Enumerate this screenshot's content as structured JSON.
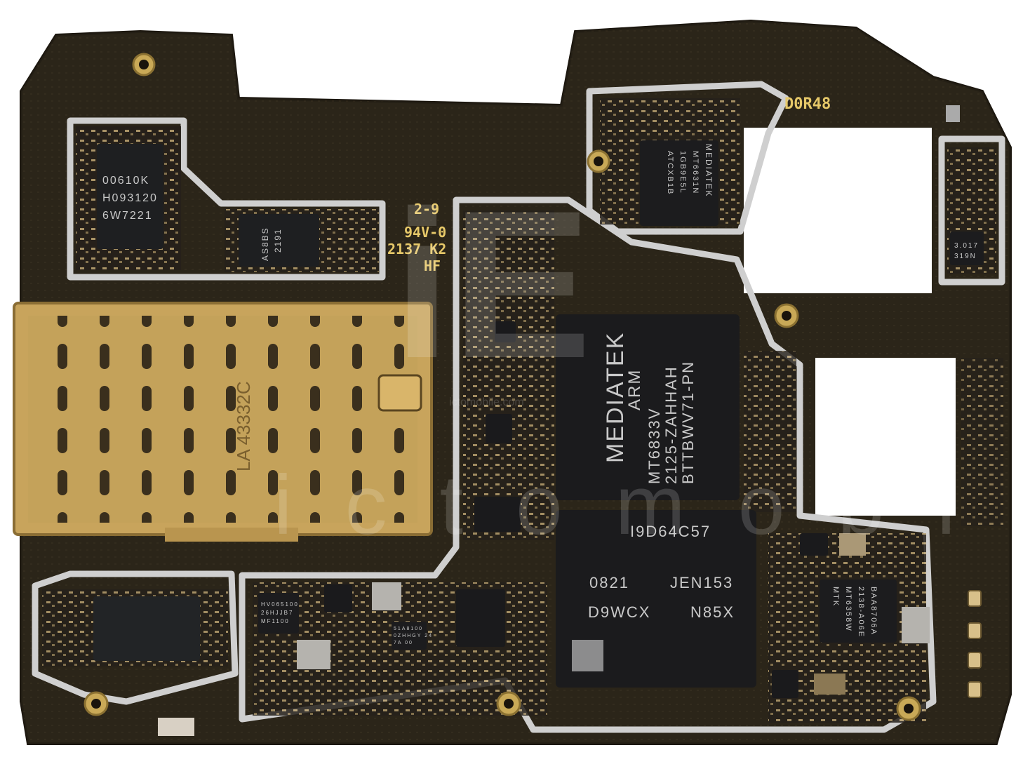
{
  "colors": {
    "pcb": "#2b2519",
    "pcb_dark": "#1f1a12",
    "shield": "#cfcfcf",
    "gold": "#c9a957",
    "chip": "#1b1b1d",
    "silk": "#e6c869"
  },
  "silkscreen": {
    "board_id": "D0R48",
    "mark_a": "2-9",
    "mark_b": "94V-0",
    "mark_c": "2137 K2",
    "mark_d": "HF",
    "tray_code": "LA 43332C"
  },
  "chips": {
    "soc": {
      "l1": "MEDIATEK",
      "l2": "ARM",
      "l3": "MT6833V",
      "l4": "2125-ZAHHAH",
      "l5": "BTTBWV71-PN"
    },
    "memory": {
      "l1": "I9D64C57",
      "l2": "0821",
      "l3": "JEN153",
      "l4": "D9WCX",
      "l5": "N85X"
    },
    "topleft": {
      "l1": "00610K",
      "l2": "H093120",
      "l3": "6W7221"
    },
    "small_top": {
      "l1": "2191",
      "l2": "AS8BS"
    },
    "mtk_top": {
      "l1": "MEDIATEK",
      "l2": "MT6631N",
      "l3": "1GB9E5L",
      "l4": "ATCXB1B"
    },
    "mtk_bottom": {
      "l1": "MTK",
      "l2": "MT6358W",
      "l3": "2138-A06E",
      "l4": "BAA8706A"
    },
    "right_small": {
      "l1": "3.017",
      "l2": "319N"
    },
    "bottom_small_a": {
      "l1": "HV065100",
      "l2": "26HJJB7",
      "l3": "MF1100"
    },
    "bottom_small_b": {
      "l1": "51A8100",
      "l2": "0ZHHGY 24",
      "l3": "7A 00"
    }
  },
  "watermark": {
    "logo": "iE",
    "domain": "ictomobile.com",
    "text": "ictomobile"
  }
}
